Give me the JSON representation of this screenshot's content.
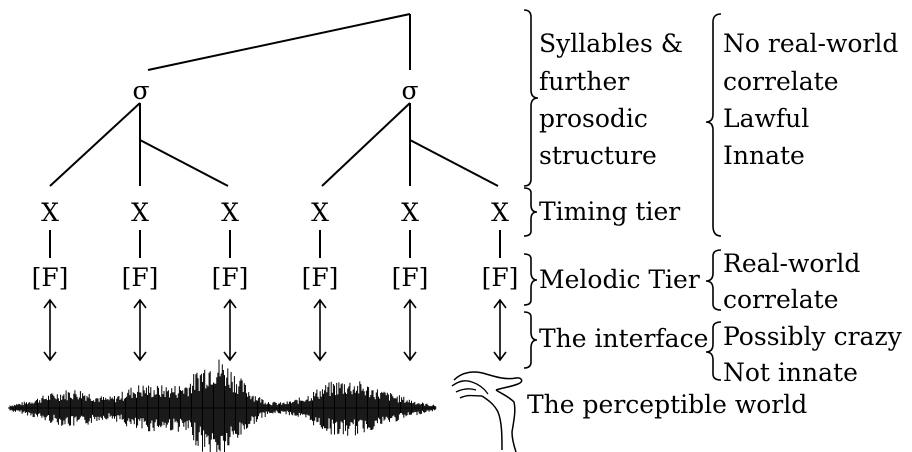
{
  "tree": {
    "syllables": [
      "σ",
      "σ"
    ],
    "timing": [
      "X",
      "X",
      "X",
      "X",
      "X",
      "X"
    ],
    "features": [
      "[F]",
      "[F]",
      "[F]",
      "[F]",
      "[F]",
      "[F]"
    ]
  },
  "levels": {
    "syllables": [
      "Syllables &",
      "further",
      "prosodic",
      "structure"
    ],
    "timing": "Timing tier",
    "melodic": "Melodic Tier",
    "interface": "The interface",
    "world": "The perceptible world"
  },
  "properties": {
    "prosodic": [
      "No real-world",
      "correlate",
      "Lawful",
      "Innate"
    ],
    "melodic": [
      "Real-world",
      "correlate"
    ],
    "interface": [
      "Possibly crazy",
      "Not innate"
    ]
  },
  "icons": {
    "hand": "open-hand-icon",
    "waveform": "waveform-icon"
  }
}
